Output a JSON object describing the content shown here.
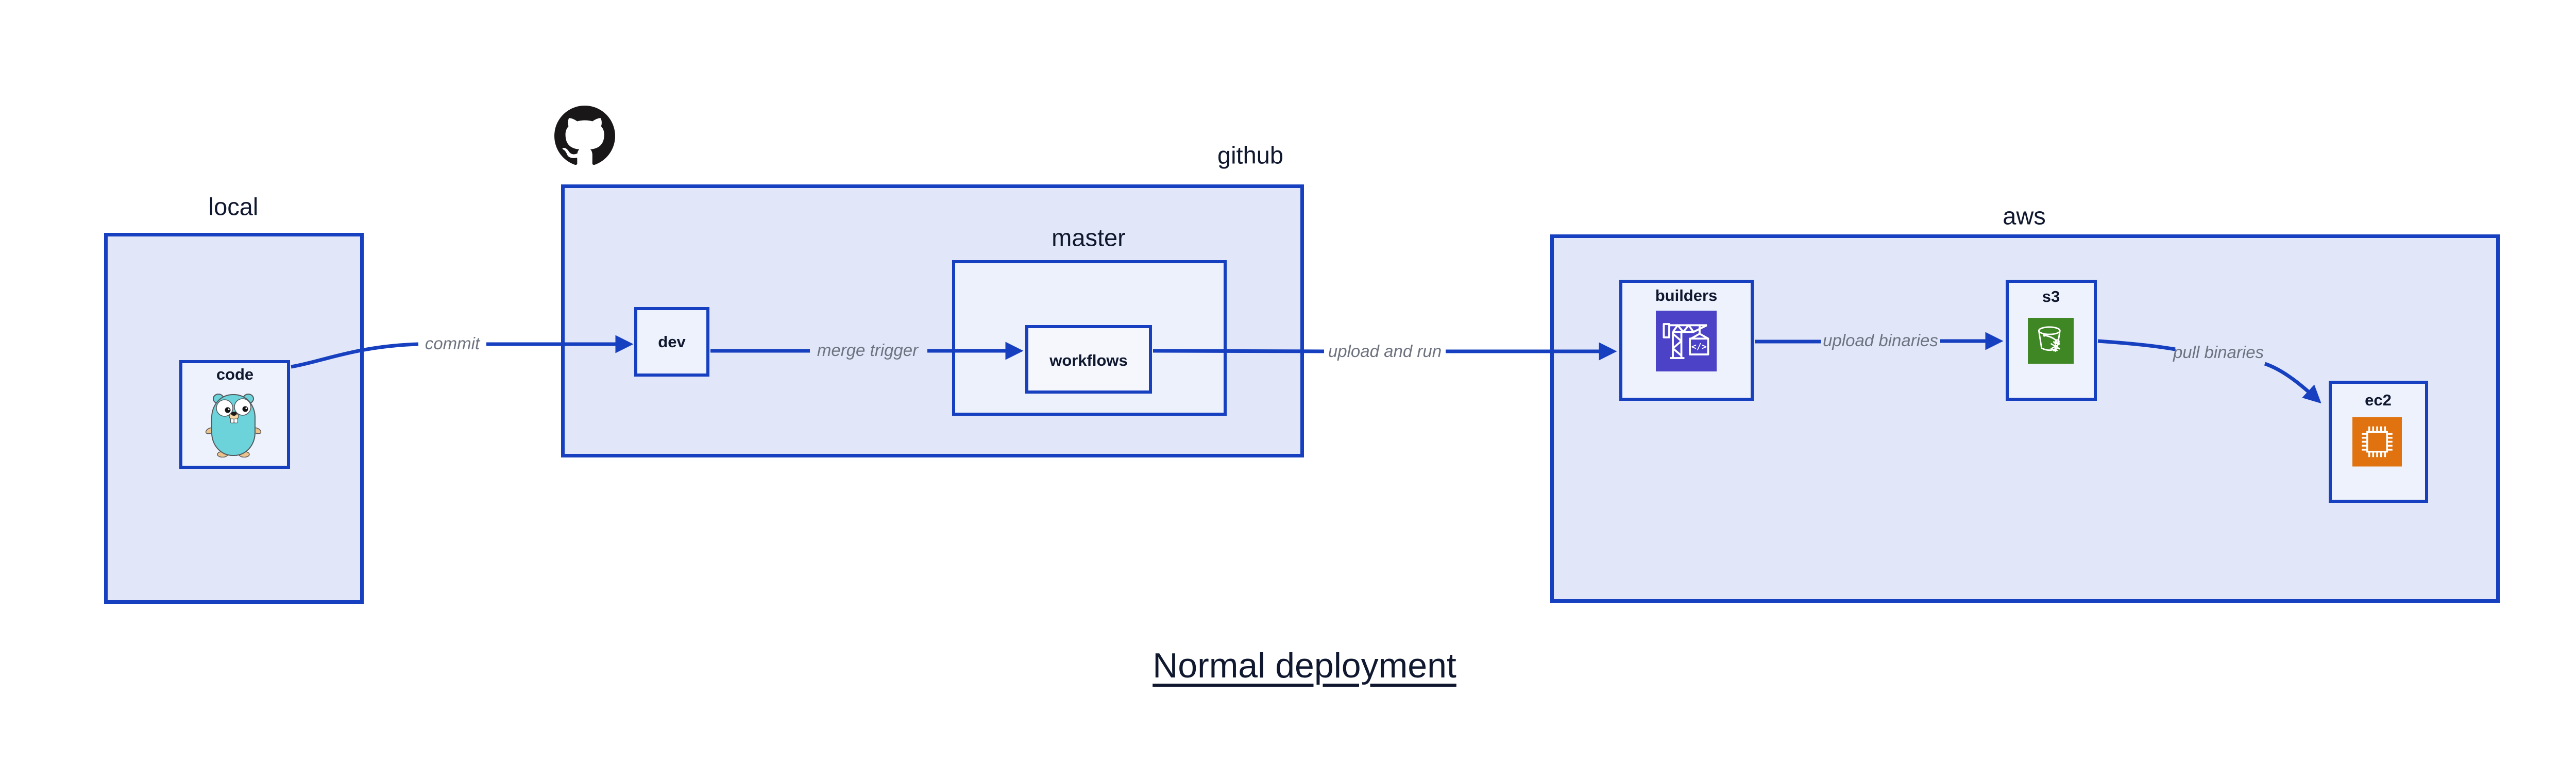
{
  "diagram": {
    "title": "Normal deployment",
    "groups": {
      "local": {
        "label": "local"
      },
      "github": {
        "label": "github"
      },
      "master": {
        "label": "master"
      },
      "aws": {
        "label": "aws"
      }
    },
    "nodes": {
      "code": {
        "label": "code",
        "icon": "go-gopher-icon"
      },
      "dev": {
        "label": "dev"
      },
      "workflows": {
        "label": "workflows"
      },
      "builders": {
        "label": "builders",
        "icon": "aws-codebuild-icon"
      },
      "s3": {
        "label": "s3",
        "icon": "aws-s3-bucket-icon"
      },
      "ec2": {
        "label": "ec2",
        "icon": "aws-ec2-chip-icon"
      }
    },
    "edges": {
      "commit": {
        "label": "commit",
        "from": "code",
        "to": "dev"
      },
      "merge_trigger": {
        "label": "merge trigger",
        "from": "dev",
        "to": "workflows"
      },
      "upload_and_run": {
        "label": "upload and run",
        "from": "workflows",
        "to": "builders"
      },
      "upload_binaries": {
        "label": "upload binaries",
        "from": "builders",
        "to": "s3"
      },
      "pull_binaries": {
        "label": "pull binaries",
        "from": "s3",
        "to": "ec2"
      }
    },
    "colors": {
      "stroke_blue": "#1640bf",
      "group_fill": "#e1e7f9",
      "node_fill": "#eef2fc",
      "inner_node_fill": "#f5f7fd",
      "ink": "#10182f",
      "edge_label_gray": "#6e7380",
      "github_black": "#191717",
      "codebuild_purple": "#4b42c8",
      "s3_green": "#3f8624",
      "ec2_orange": "#e0720f",
      "gopher_teal": "#6cd3da"
    }
  }
}
